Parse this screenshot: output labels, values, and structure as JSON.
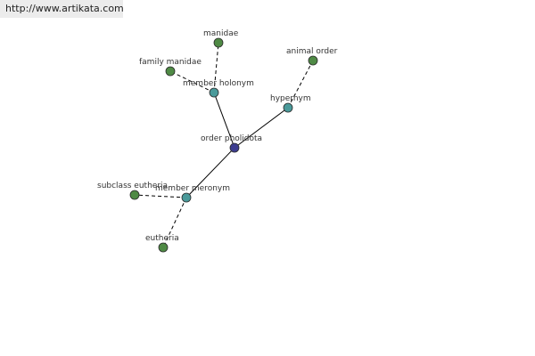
{
  "header": {
    "url": "http://www.artikata.com"
  },
  "colors": {
    "center": "#3d3d8f",
    "relation": "#4a9a9a",
    "term": "#4f8a45",
    "edge": "#000000",
    "stroke": "#2a2a2a"
  },
  "graph": {
    "nodes": [
      {
        "id": "order-pholidota",
        "label": "order pholidota",
        "kind": "center"
      },
      {
        "id": "member-holonym",
        "label": "member holonym",
        "kind": "relation"
      },
      {
        "id": "hypernym",
        "label": "hypernym",
        "kind": "relation"
      },
      {
        "id": "member-meronym",
        "label": "member meronym",
        "kind": "relation"
      },
      {
        "id": "manidae",
        "label": "manidae",
        "kind": "term"
      },
      {
        "id": "family-manidae",
        "label": "family manidae",
        "kind": "term"
      },
      {
        "id": "animal-order",
        "label": "animal order",
        "kind": "term"
      },
      {
        "id": "subclass-eutheria",
        "label": "subclass eutheria",
        "kind": "term"
      },
      {
        "id": "eutheria",
        "label": "eutheria",
        "kind": "term"
      }
    ],
    "edges": [
      {
        "from": "order-pholidota",
        "to": "member-holonym",
        "style": "solid"
      },
      {
        "from": "order-pholidota",
        "to": "hypernym",
        "style": "solid"
      },
      {
        "from": "order-pholidota",
        "to": "member-meronym",
        "style": "solid"
      },
      {
        "from": "member-holonym",
        "to": "manidae",
        "style": "dashed"
      },
      {
        "from": "member-holonym",
        "to": "family-manidae",
        "style": "dashed"
      },
      {
        "from": "hypernym",
        "to": "animal-order",
        "style": "dashed"
      },
      {
        "from": "member-meronym",
        "to": "subclass-eutheria",
        "style": "dashed"
      },
      {
        "from": "member-meronym",
        "to": "eutheria",
        "style": "dashed"
      }
    ]
  }
}
